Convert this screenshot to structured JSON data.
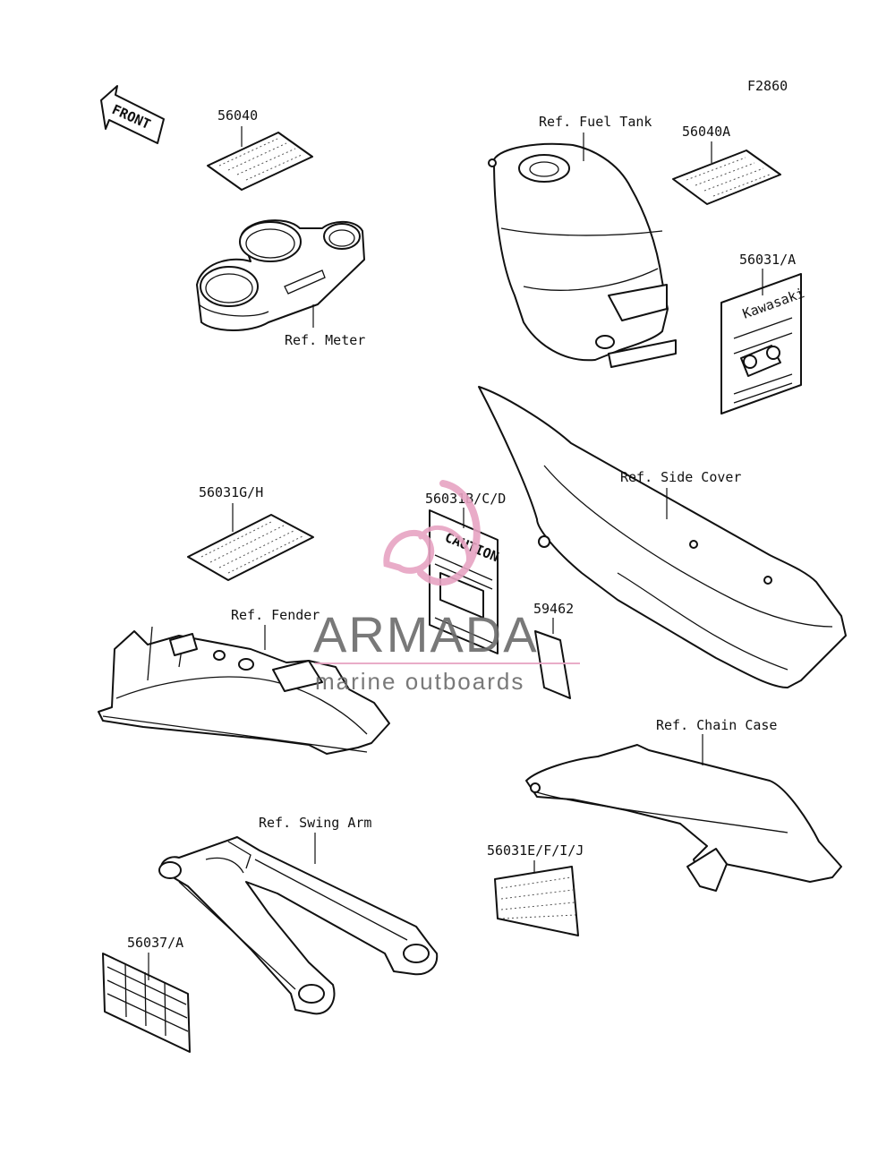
{
  "figure_id": "F2860",
  "front_arrow": "FRONT",
  "labels": {
    "l_56040": "56040",
    "l_56040a": "56040A",
    "l_fuel_tank": "Ref. Fuel Tank",
    "l_56031a": "56031/A",
    "l_meter": "Ref. Meter",
    "l_side_cover": "Ref. Side Cover",
    "l_56031gh": "56031G/H",
    "l_56031bcd": "56031B/C/D",
    "l_59462": "59462",
    "l_fender": "Ref. Fender",
    "l_chain_case": "Ref. Chain Case",
    "l_swing_arm": "Ref. Swing Arm",
    "l_56031efij": "56031E/F/I/J",
    "l_56037a": "56037/A"
  },
  "decals": {
    "caution_text": "CAUTION",
    "kawasaki_text": "Kawasaki"
  },
  "watermark": {
    "brand": "ARMADA",
    "tagline": "marine outboards",
    "color": "#e7a4c3"
  }
}
